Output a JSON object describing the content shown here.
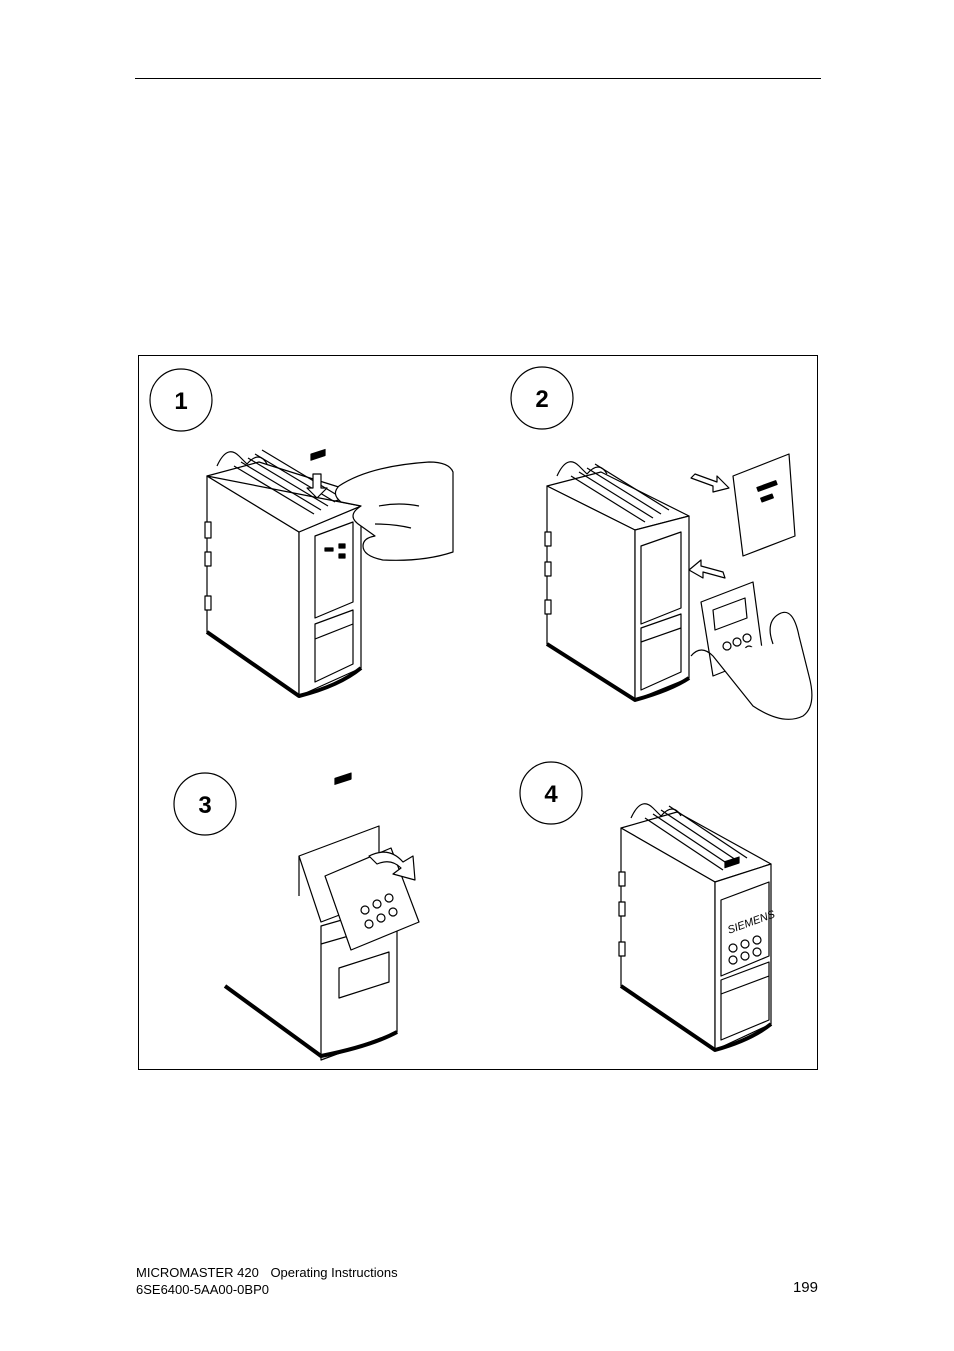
{
  "steps": [
    {
      "number": "1"
    },
    {
      "number": "2"
    },
    {
      "number": "3"
    },
    {
      "number": "4"
    }
  ],
  "panel_brand": "SIEMENS",
  "footer": {
    "product": "MICROMASTER 420",
    "doc_type": "Operating Instructions",
    "order_number": "6SE6400-5AA00-0BP0"
  },
  "page_number": "199"
}
